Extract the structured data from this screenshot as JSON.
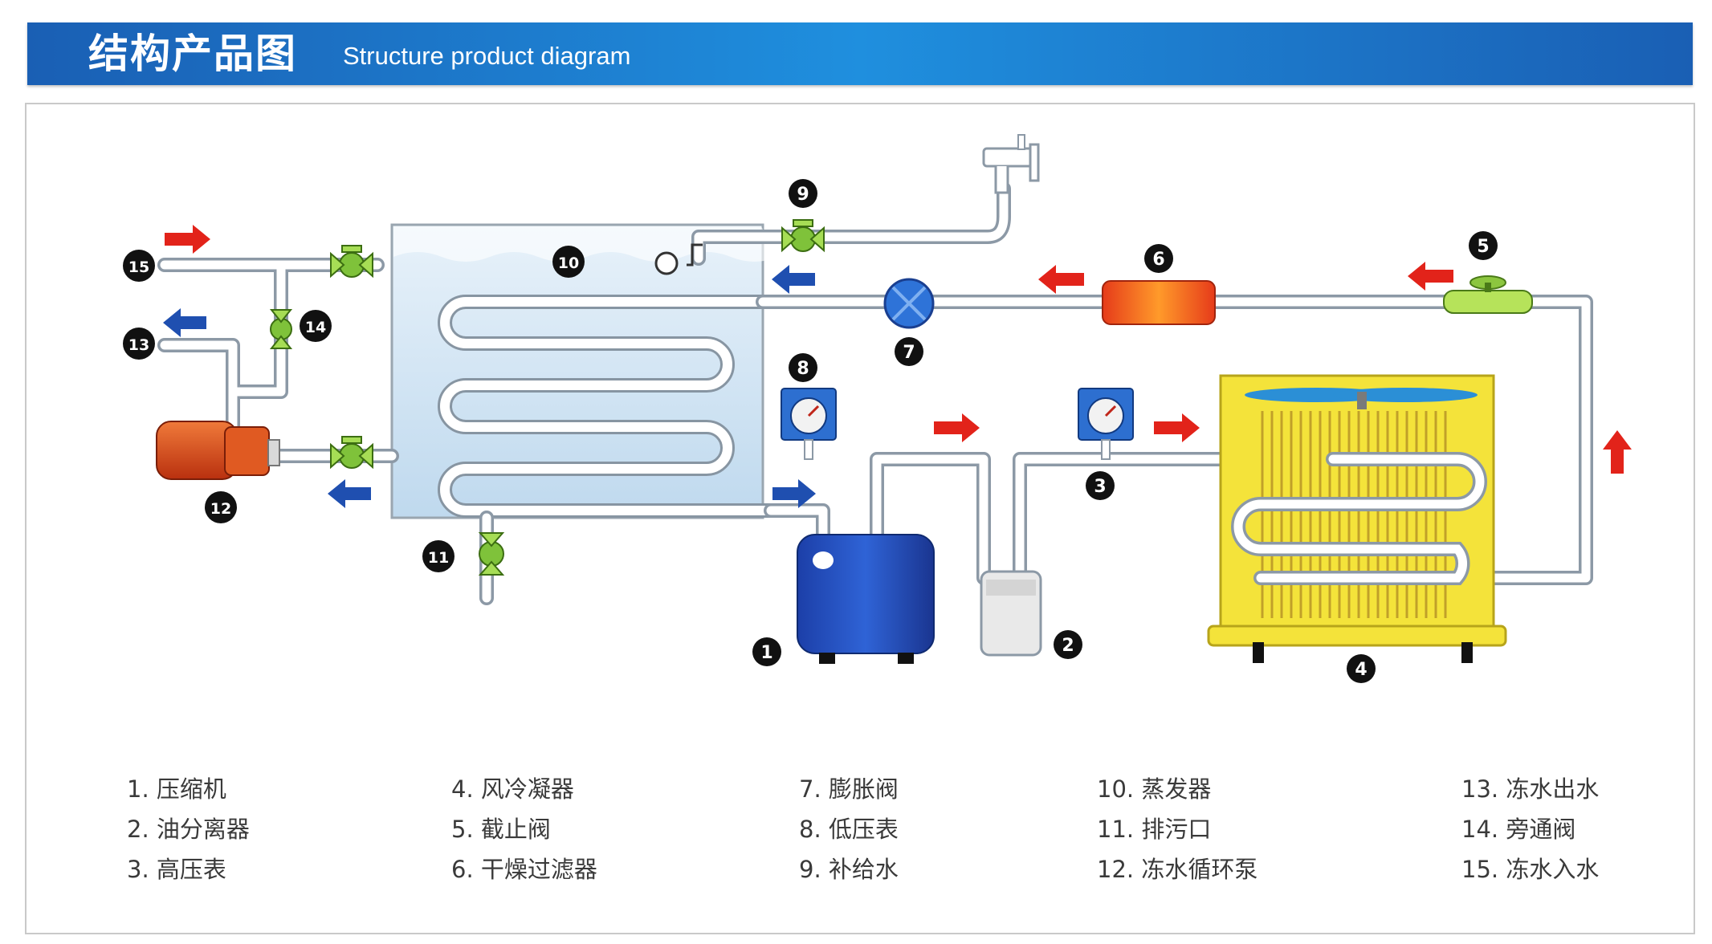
{
  "header": {
    "title_cn": "结构产品图",
    "title_en": "Structure product diagram"
  },
  "markers": [
    "1",
    "2",
    "3",
    "4",
    "5",
    "6",
    "7",
    "8",
    "9",
    "10",
    "11",
    "12",
    "13",
    "14",
    "15"
  ],
  "legend": {
    "columns": [
      [
        "1. 压缩机",
        "2. 油分离器",
        "3. 高压表"
      ],
      [
        "4. 风冷凝器",
        "5. 截止阀",
        "6. 干燥过滤器"
      ],
      [
        "7. 膨胀阀",
        "8. 低压表",
        "9. 补给水"
      ],
      [
        "10. 蒸发器",
        "11. 排污口",
        "12. 冻水循环泵"
      ],
      [
        "13. 冻水出水",
        "14. 旁通阀",
        "15. 冻水入水"
      ]
    ]
  },
  "colors": {
    "header_blue": "#1a5fb4",
    "flow_red": "#e2231a",
    "flow_blue": "#1f4fb0",
    "valve_green": "#9bd63a",
    "compressor_blue": "#1c3fa8",
    "pump_red": "#d8431b",
    "condenser_yellow": "#f4e33a",
    "evaporator_tank": "#d2e6f3"
  },
  "icons": [
    "right-arrow-icon",
    "left-arrow-icon",
    "up-arrow-icon",
    "faucet-icon",
    "valve-icon",
    "gauge-icon",
    "fan-icon"
  ]
}
